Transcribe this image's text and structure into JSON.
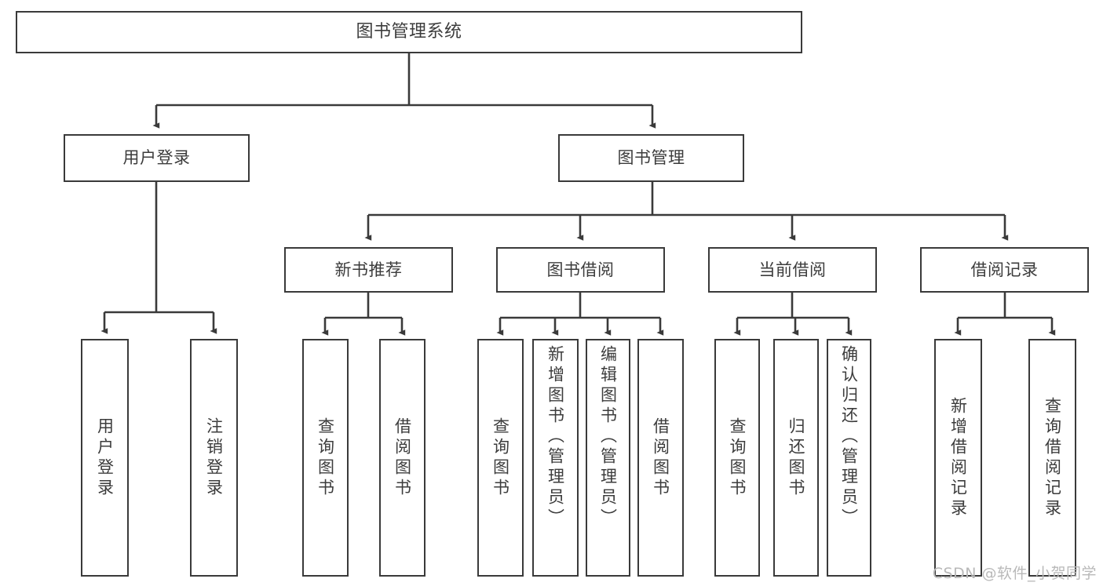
{
  "diagram": {
    "title": "图书管理系统",
    "type": "functional-structure-tree",
    "watermark": "CSDN @软件_小贺同学",
    "colors": {
      "stroke": "#3a3a3a",
      "text": "#3c3c3c",
      "background": "#ffffff",
      "watermark": "#b9b9b9"
    }
  },
  "nodes": {
    "root": {
      "label": "图书管理系统"
    },
    "level2": [
      {
        "id": "user-login",
        "label": "用户登录"
      },
      {
        "id": "book-manage",
        "label": "图书管理"
      }
    ],
    "level3": [
      {
        "id": "new-book-recommend",
        "label": "新书推荐"
      },
      {
        "id": "book-borrow",
        "label": "图书借阅"
      },
      {
        "id": "current-borrow",
        "label": "当前借阅"
      },
      {
        "id": "borrow-record",
        "label": "借阅记录"
      }
    ],
    "leaves": [
      {
        "id": "leaf-user-login",
        "label": "用户登录",
        "parent": "user-login"
      },
      {
        "id": "leaf-user-logout",
        "label": "注销登录",
        "parent": "user-login"
      },
      {
        "id": "leaf-query-book-1",
        "label": "查询图书",
        "parent": "new-book-recommend"
      },
      {
        "id": "leaf-borrow-book-1",
        "label": "借阅图书",
        "parent": "new-book-recommend"
      },
      {
        "id": "leaf-query-book-2",
        "label": "查询图书",
        "parent": "book-borrow"
      },
      {
        "id": "leaf-add-book",
        "label": "新增图书（管理员）",
        "parent": "book-borrow"
      },
      {
        "id": "leaf-edit-book",
        "label": "编辑图书（管理员）",
        "parent": "book-borrow"
      },
      {
        "id": "leaf-borrow-book-2",
        "label": "借阅图书",
        "parent": "book-borrow"
      },
      {
        "id": "leaf-query-book-3",
        "label": "查询图书",
        "parent": "current-borrow"
      },
      {
        "id": "leaf-return-book",
        "label": "归还图书",
        "parent": "current-borrow"
      },
      {
        "id": "leaf-confirm-return",
        "label": "确认归还（管理员）",
        "parent": "current-borrow"
      },
      {
        "id": "leaf-add-record",
        "label": "新增借阅记录",
        "parent": "borrow-record"
      },
      {
        "id": "leaf-query-record",
        "label": "查询借阅记录",
        "parent": "borrow-record"
      }
    ]
  }
}
